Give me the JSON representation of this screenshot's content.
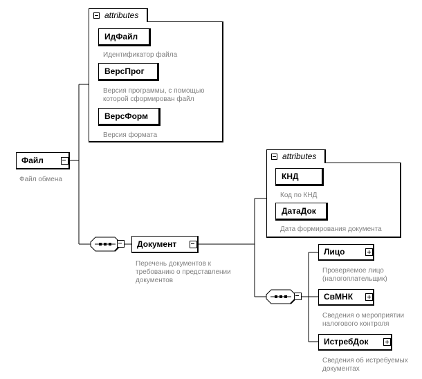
{
  "attributes_label": "attributes",
  "root": {
    "name": "Файл",
    "description": "Файл обмена"
  },
  "file_attributes": [
    {
      "name": "ИдФайл",
      "description": [
        "Идентификатор файла"
      ]
    },
    {
      "name": "ВерсПрог",
      "description": [
        "Версия программы, с помощью",
        "которой сформирован файл"
      ]
    },
    {
      "name": "ВерсФорм",
      "description": [
        "Версия формата"
      ]
    }
  ],
  "document": {
    "name": "Документ",
    "description": [
      "Перечень документов к",
      "требованию о представлении",
      "документов"
    ]
  },
  "document_attributes": [
    {
      "name": "КНД",
      "description": [
        "Код по КНД"
      ]
    },
    {
      "name": "ДатаДок",
      "description": [
        "Дата формирования документа"
      ]
    }
  ],
  "document_children": [
    {
      "name": "Лицо",
      "description": [
        "Проверяемое лицо",
        "(налогоплательщик)"
      ]
    },
    {
      "name": "СвМНК",
      "description": [
        "Сведения о мероприятии",
        "налогового контроля"
      ]
    },
    {
      "name": "ИстребДок",
      "description": [
        "Сведения об истребуемых",
        "документах"
      ]
    }
  ]
}
